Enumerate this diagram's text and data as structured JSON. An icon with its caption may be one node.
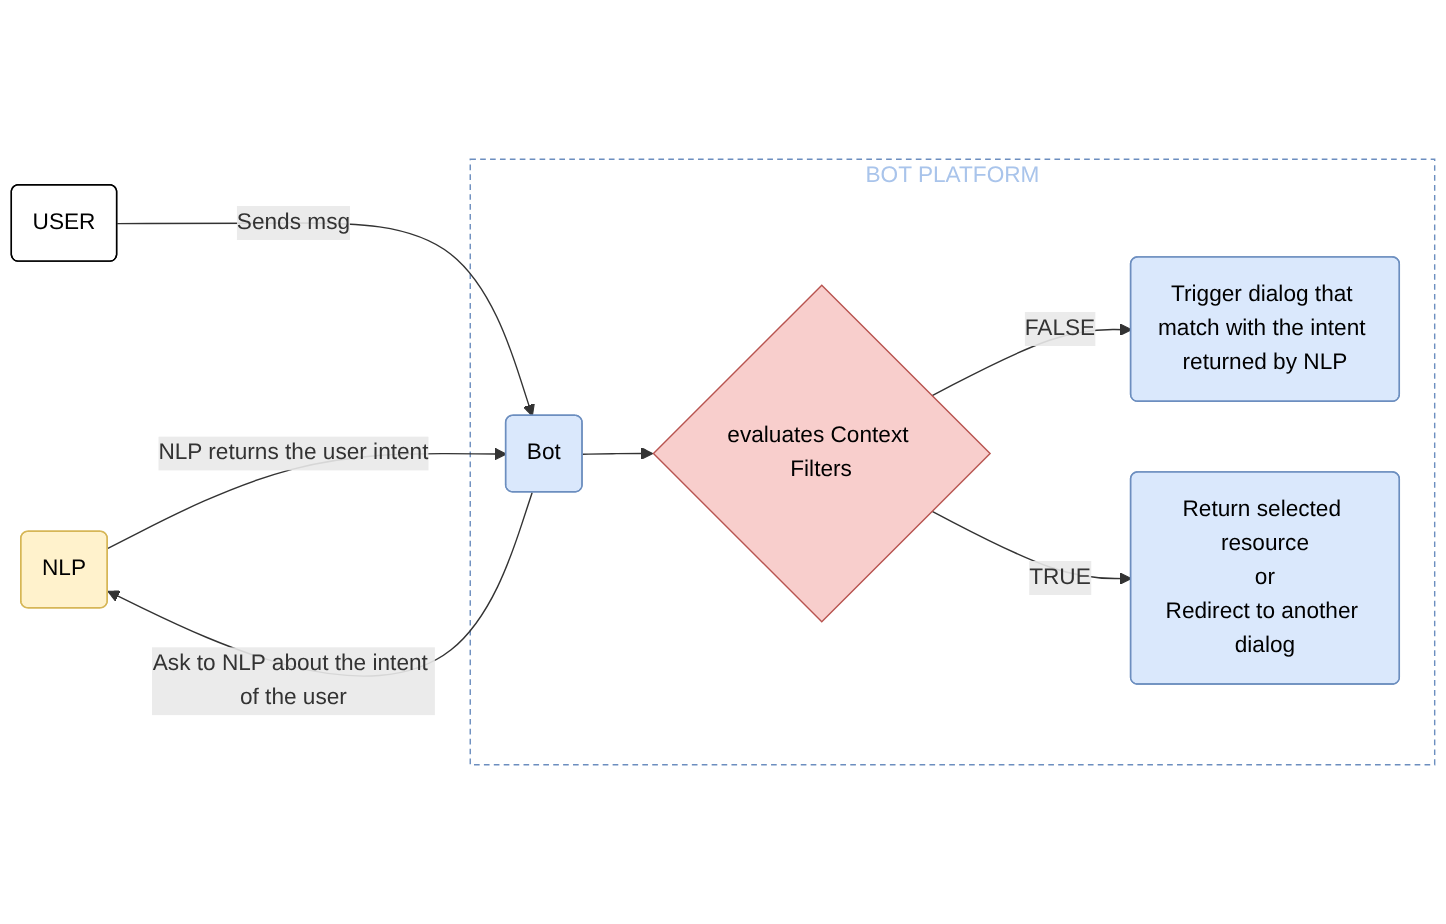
{
  "diagram": {
    "nodes": [
      {
        "text": [
          "NLP"
        ]
      },
      {
        "text": [
          "USER"
        ]
      },
      {
        "text": [
          "BOT PLATFORM"
        ]
      },
      {
        "text": [
          "Bot"
        ],
        "in": 2
      },
      {
        "text": [
          "evaluates Context Filters"
        ],
        "in": 2
      },
      {
        "text": [
          "Trigger dialog that match with the intent returned by NLP"
        ],
        "in": 2
      },
      {
        "text": [
          "Return selected resource",
          "or",
          "Redirect to another dialog"
        ],
        "in": 2
      }
    ],
    "edges": [
      {
        "from": 1,
        "to": 3,
        "arrow": "to",
        "label": "Sends msg"
      },
      {
        "from": 3,
        "to": 0,
        "arrow": "to",
        "label": "Ask to NLP about the intent of the user"
      },
      {
        "from": 0,
        "to": 3,
        "arrow": "to",
        "label": "NLP returns the user intent"
      },
      {
        "from": 3,
        "to": 4,
        "arrow": "to"
      },
      {
        "from": 4,
        "to": 5,
        "arrow": "to",
        "label": "FALSE"
      },
      {
        "from": 4,
        "to": 6,
        "arrow": "to",
        "label": "TRUE"
      }
    ]
  }
}
